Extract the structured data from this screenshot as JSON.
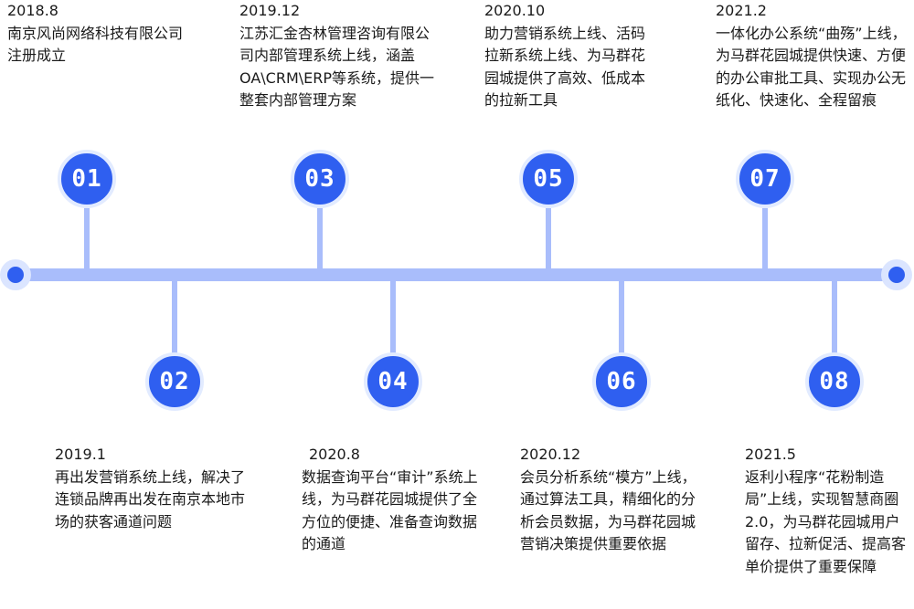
{
  "timeline": {
    "events": [
      {
        "number": "01",
        "date": "2018.8",
        "text": "南京风尚网络科技有限公司注册成立"
      },
      {
        "number": "02",
        "date": "2019.1",
        "text": "再出发营销系统上线，解决了连锁品牌再出发在南京本地市场的获客通道问题"
      },
      {
        "number": "03",
        "date": "2019.12",
        "text": "江苏汇金杏林管理咨询有限公司内部管理系统上线，涵盖OA\\CRM\\ERP等系统，提供一整套内部管理方案"
      },
      {
        "number": "04",
        "date": "2020.8",
        "text": "数据查询平台“审计”系统上线，为马群花园城提供了全方位的便捷、准备查询数据的通道"
      },
      {
        "number": "05",
        "date": "2020.10",
        "text": "助力营销系统上线、活码拉新系统上线、为马群花园城提供了高效、低成本的拉新工具"
      },
      {
        "number": "06",
        "date": "2020.12",
        "text": "会员分析系统“模方”上线，通过算法工具，精细化的分析会员数据，为马群花园城营销决策提供重要依据"
      },
      {
        "number": "07",
        "date": "2021.2",
        "text": "一体化办公系统“曲殇”上线，为马群花园城提供快速、方便的办公审批工具、实现办公无纸化、快速化、全程留痕"
      },
      {
        "number": "08",
        "date": "2021.5",
        "text": "返利小程序“花粉制造局”上线，实现智慧商圈2.0，为马群花园城用户留存、拉新促活、提高客单价提供了重要保障"
      }
    ]
  }
}
